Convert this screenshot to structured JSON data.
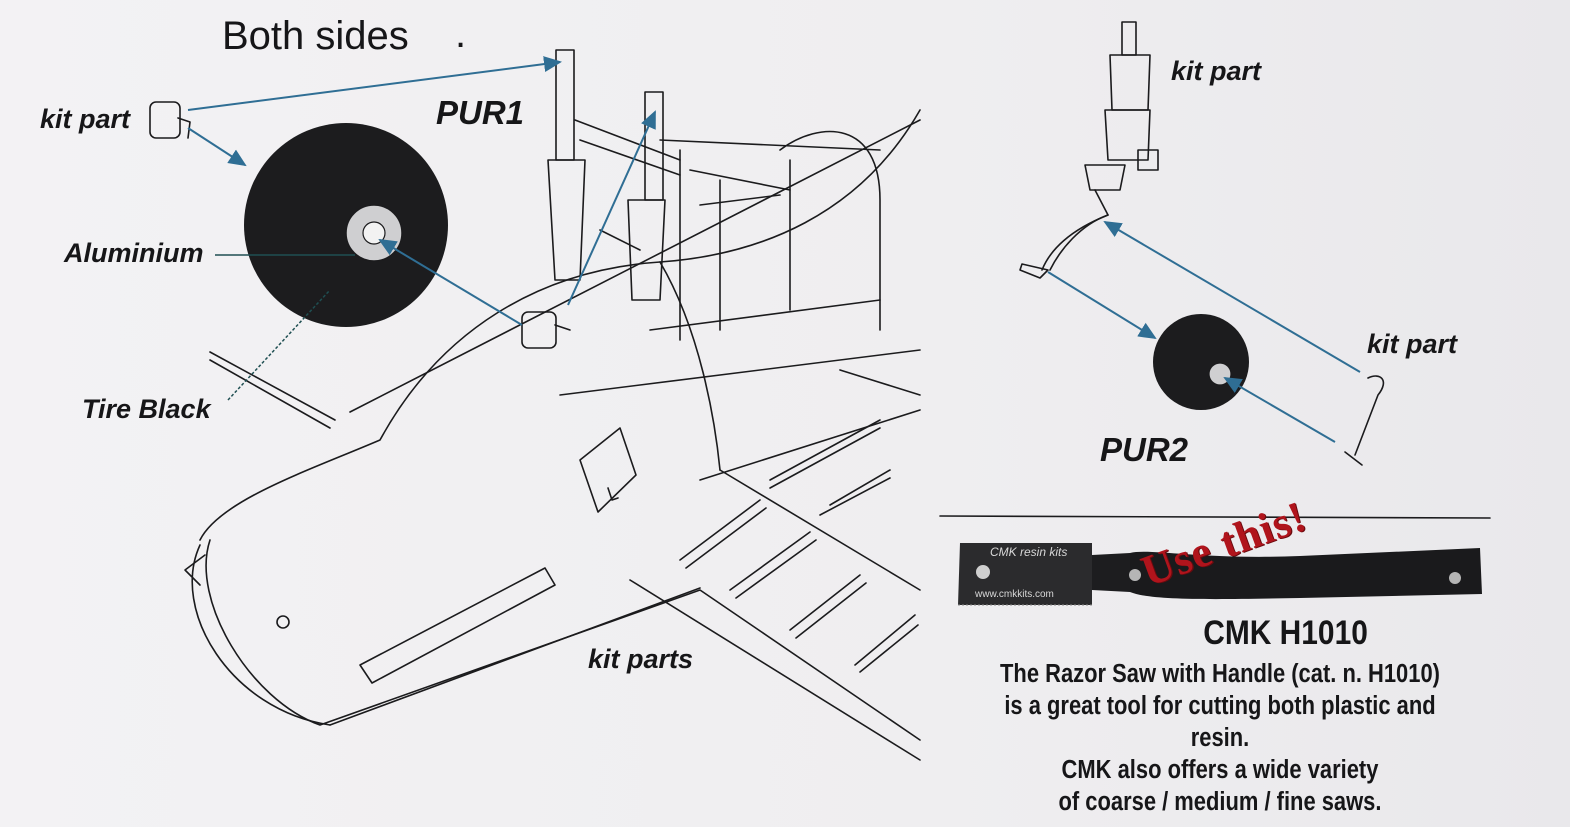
{
  "title": "Both sides",
  "left": {
    "kit_part": "kit part",
    "pur": "PUR1",
    "aluminium": "Aluminium",
    "tire": "Tire Black",
    "kit_parts": "kit parts"
  },
  "right": {
    "kit_part_top": "kit part",
    "kit_part_side": "kit part",
    "pur": "PUR2"
  },
  "tool": {
    "slogan": "Use this!",
    "blade_brand": "CMK resin kits",
    "blade_url": "www.cmkkits.com",
    "heading": "CMK H1010",
    "lines": [
      "The Razor Saw with Handle (cat. n. H1010)",
      "is a great tool for cutting both plastic and resin.",
      "CMK also offers a wide variety",
      "of coarse / medium / fine saws."
    ]
  },
  "colors": {
    "arrow": "#2f6e94",
    "accent": "#b0141c",
    "ink": "#161618",
    "paper": "#f0eff1"
  }
}
